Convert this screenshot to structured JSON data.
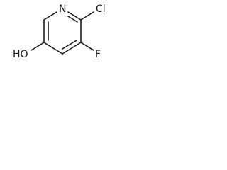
{
  "molecule": {
    "atoms": {
      "nitrogen": "N",
      "chlorine": "Cl",
      "fluorine": "F",
      "hydroxyl": "HO"
    }
  }
}
